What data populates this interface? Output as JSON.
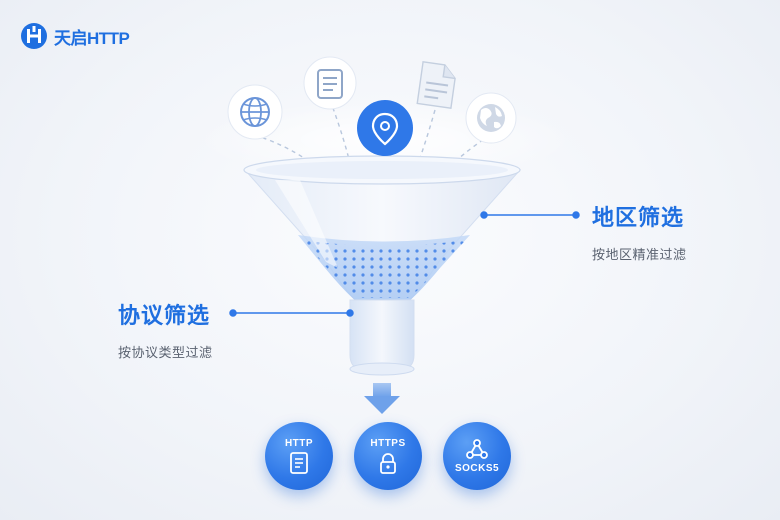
{
  "brand": {
    "name": "天启HTTP"
  },
  "colors": {
    "accent": "#1f6fe0",
    "badge": "#2f78e8",
    "icon_gray": "#c9d3e2"
  },
  "top_icons": [
    "globe-icon",
    "document-icon",
    "location-pin-icon",
    "file-icon",
    "earth-icon"
  ],
  "region_filter": {
    "title": "地区筛选",
    "subtitle": "按地区精准过滤"
  },
  "protocol_filter": {
    "title": "协议筛选",
    "subtitle": "按协议类型过滤"
  },
  "protocols": [
    {
      "label": "HTTP",
      "icon": "document-icon"
    },
    {
      "label": "HTTPS",
      "icon": "lock-icon"
    },
    {
      "label": "SOCKS5",
      "icon": "network-icon"
    }
  ]
}
